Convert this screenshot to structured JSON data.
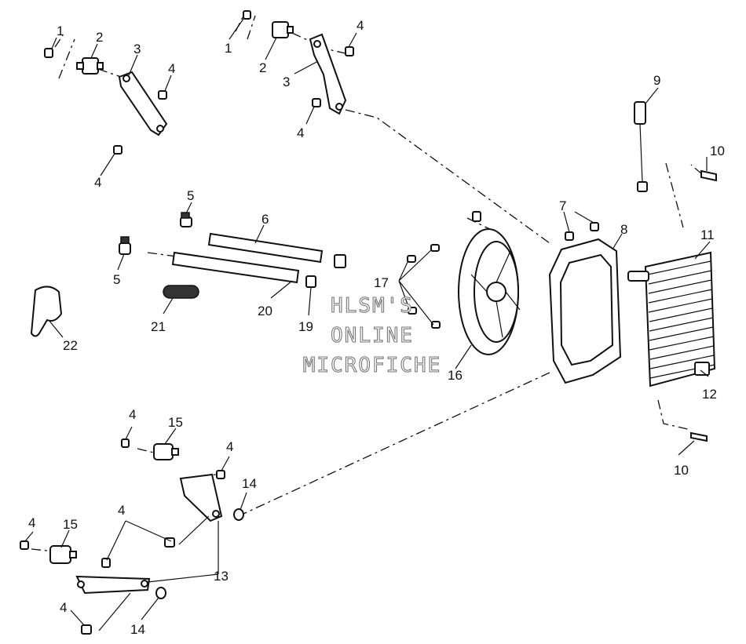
{
  "watermark": {
    "line1": "HLSM'S",
    "line2": "ONLINE",
    "line3": "MICROFICHE"
  },
  "callouts": [
    "1",
    "1",
    "2",
    "2",
    "3",
    "3",
    "4",
    "4",
    "4",
    "4",
    "5",
    "5",
    "6",
    "7",
    "8",
    "9",
    "10",
    "10",
    "11",
    "12",
    "13",
    "4",
    "4",
    "4",
    "4",
    "4",
    "14",
    "14",
    "15",
    "15",
    "16",
    "17",
    "19",
    "20",
    "21",
    "22"
  ]
}
